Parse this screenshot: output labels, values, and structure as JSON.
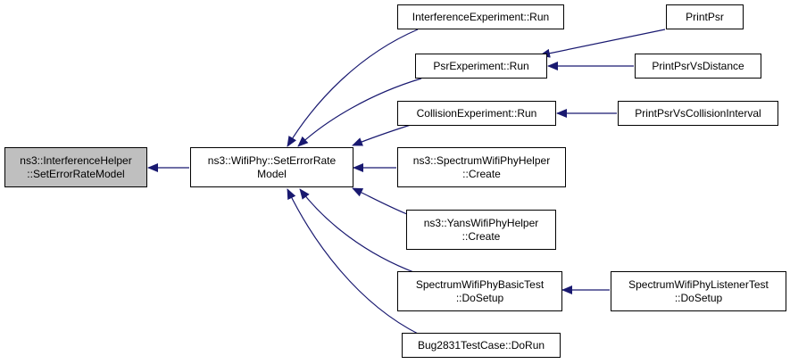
{
  "colors": {
    "edge": "#191970",
    "focus_fill": "#bfbfbf",
    "node_fill": "#ffffff",
    "border": "#000000"
  },
  "nodes": {
    "interference_helper": {
      "line1": "ns3::InterferenceHelper",
      "line2": "::SetErrorRateModel"
    },
    "wifiphy_set_error_rate": {
      "line1": "ns3::WifiPhy::SetErrorRate",
      "line2": "Model"
    },
    "interference_experiment_run": {
      "line1": "InterferenceExperiment::Run"
    },
    "psr_experiment_run": {
      "line1": "PsrExperiment::Run"
    },
    "collision_experiment_run": {
      "line1": "CollisionExperiment::Run"
    },
    "spectrum_helper_create": {
      "line1": "ns3::SpectrumWifiPhyHelper",
      "line2": "::Create"
    },
    "yans_helper_create": {
      "line1": "ns3::YansWifiPhyHelper",
      "line2": "::Create"
    },
    "spectrum_basic_test": {
      "line1": "SpectrumWifiPhyBasicTest",
      "line2": "::DoSetup"
    },
    "bug2831_test": {
      "line1": "Bug2831TestCase::DoRun"
    },
    "print_psr": {
      "line1": "PrintPsr"
    },
    "print_psr_vs_distance": {
      "line1": "PrintPsrVsDistance"
    },
    "print_psr_vs_collision": {
      "line1": "PrintPsrVsCollisionInterval"
    },
    "spectrum_listener_test": {
      "line1": "SpectrumWifiPhyListenerTest",
      "line2": "::DoSetup"
    }
  }
}
